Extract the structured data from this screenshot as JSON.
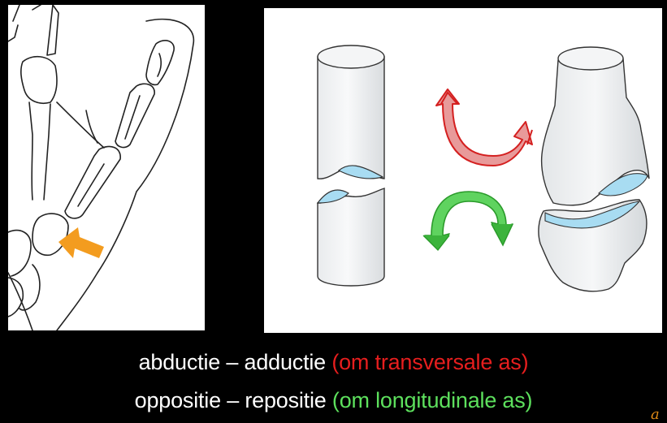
{
  "colors": {
    "background": "#000000",
    "panel": "#ffffff",
    "caption_main": "#ffffff",
    "caption_red": "#e61e1e",
    "caption_green": "#5de05d",
    "arrow_orange": "#f39c1f",
    "arrow_red": "#e83c3c",
    "arrow_green": "#3cc83c",
    "joint_blue": "#a8dcf2"
  },
  "illustrations": {
    "left": "hand-skeleton-thumb-carpometacarpal-joint",
    "right": "saddle-joint-diagram",
    "icons": [
      "orange-pointer-arrow",
      "red-curved-arrow",
      "green-curved-arrow"
    ]
  },
  "caption": {
    "line1_main": "abductie – adductie",
    "line1_axis": "(om transversale as)",
    "line2_main": "oppositie – repositie",
    "line2_axis": "(om longitudinale as)"
  },
  "corner_mark": "a"
}
